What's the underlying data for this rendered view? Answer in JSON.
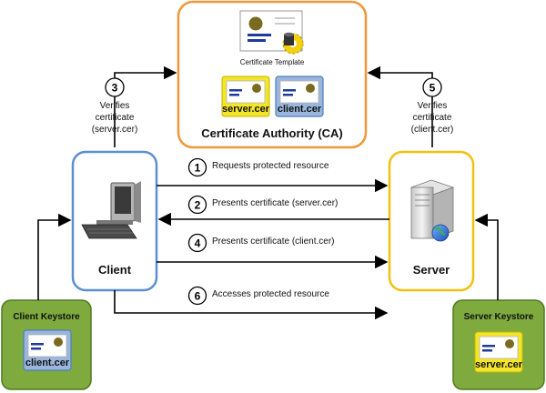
{
  "ca": {
    "title": "Certificate Authority (CA)",
    "template_label": "Certificate Template",
    "server_cert": "server.cer",
    "client_cert": "client.cer"
  },
  "client": {
    "label": "Client"
  },
  "server": {
    "label": "Server"
  },
  "client_keystore": {
    "title": "Client Keystore",
    "cert": "client.cer"
  },
  "server_keystore": {
    "title": "Server Keystore",
    "cert": "server.cer"
  },
  "client_verify": {
    "line1": "Verifies",
    "line2": "certificate",
    "line3": "(server.cer)"
  },
  "server_verify": {
    "line1": "Verifies",
    "line2": "certificate",
    "line3": "(client.cer)"
  },
  "steps": [
    {
      "num": "1",
      "text": "Requests protected resource"
    },
    {
      "num": "2",
      "text": "Presents certificate (server.cer)"
    },
    {
      "num": "3"
    },
    {
      "num": "4",
      "text": "Presents certificate (client.cer)"
    },
    {
      "num": "5"
    },
    {
      "num": "6",
      "text": "Accesses protected resource"
    }
  ],
  "colors": {
    "ca_border": "#f0973a",
    "client_border": "#5b8fd0",
    "server_border": "#f2c010",
    "keystore_fill": "#7eaa3e",
    "keystore_border": "#4e7a22",
    "server_cert_border": "#f2d40a",
    "client_cert_border": "#4a7fbf",
    "cert_blue": "#1e3a9a",
    "seal": "#7a6a1e"
  }
}
